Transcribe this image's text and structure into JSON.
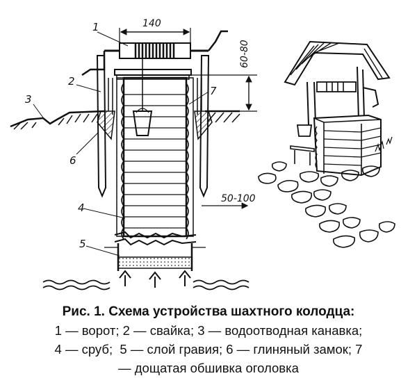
{
  "figure": {
    "dimensions": {
      "width": "140",
      "height": "60-80",
      "distance": "50-100"
    },
    "labels": [
      "1",
      "2",
      "3",
      "4",
      "5",
      "6",
      "7"
    ]
  },
  "caption": {
    "title": "Рис. 1. Схема устройства шахтного колодца:",
    "legend_line1": "1 — ворот; 2 — свайка; 3 — водоотводная канавка;",
    "legend_line2": "4 — сруб;  5 — слой гравия; 6 — глиняный замок; 7",
    "legend_line3": "— дощатая обшивка оголовка"
  }
}
